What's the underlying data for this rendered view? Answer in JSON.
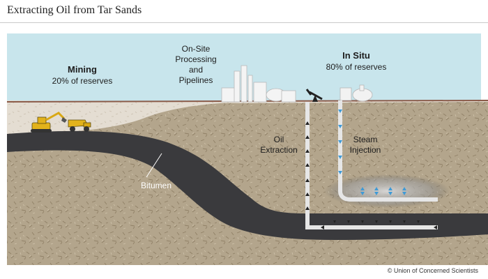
{
  "title": "Extracting Oil from Tar Sands",
  "labels": {
    "mining": "Mining",
    "mining_sub": "20% of reserves",
    "onsite_1": "On-Site",
    "onsite_2": "Processing",
    "onsite_3": "and",
    "onsite_4": "Pipelines",
    "insitu": "In Situ",
    "insitu_sub": "80% of reserves",
    "oil_1": "Oil",
    "oil_2": "Extraction",
    "steam_1": "Steam",
    "steam_2": "Injection",
    "bitumen": "Bitumen"
  },
  "credit": "© Union of Concerned Scientists",
  "colors": {
    "sky": "#c8e5ec",
    "surface": "#e4ddd2",
    "soil": "#b3a58c",
    "bitumen": "#3a3a3d",
    "pipe": "#ececec",
    "steam_arrow": "#3f9ad6",
    "machinery": "#e2b21b"
  }
}
